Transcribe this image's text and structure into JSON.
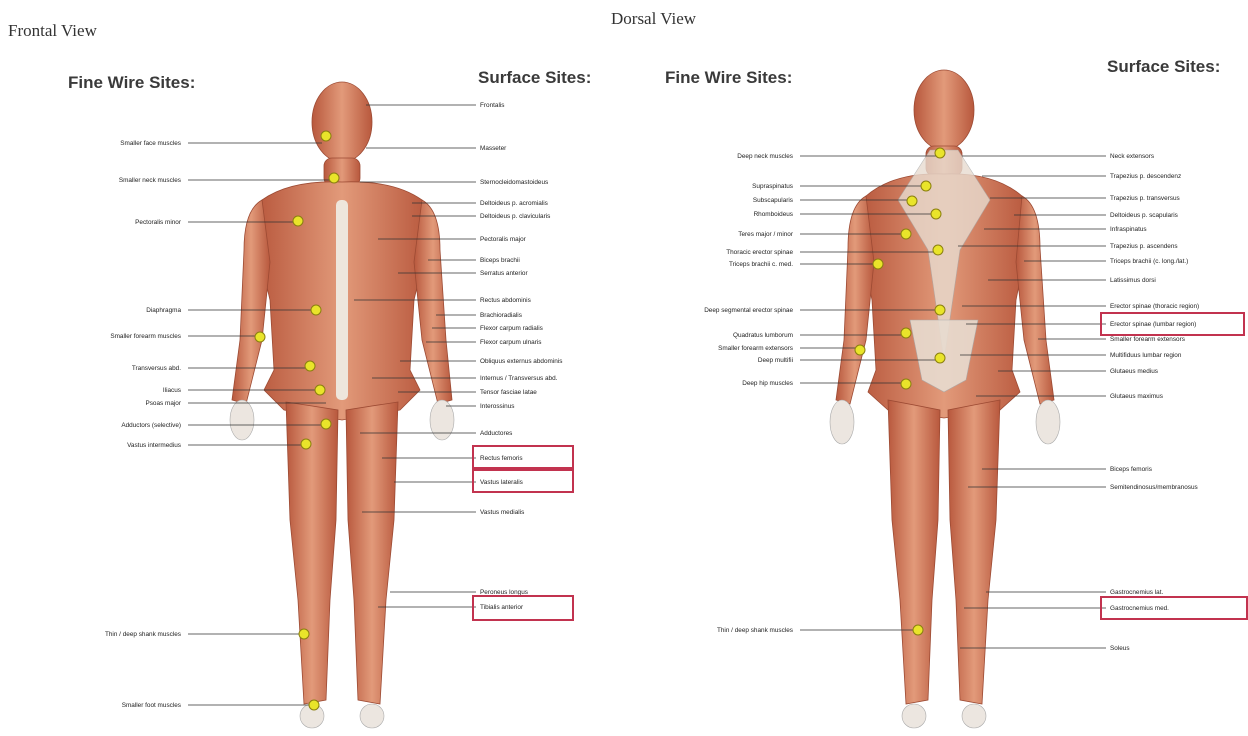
{
  "frontal": {
    "title": "Frontal View",
    "fine_wire_heading": "Fine Wire Sites:",
    "surface_heading": "Surface Sites:",
    "fine_wire": [
      "Smaller face muscles",
      "Smaller neck muscles",
      "Pectoralis minor",
      "Diaphragma",
      "Smaller forearm muscles",
      "Transversus abd.",
      "Iliacus",
      "Psoas major",
      "Adductors (selective)",
      "Vastus intermedius",
      "Thin / deep shank muscles",
      "Smaller foot muscles"
    ],
    "surface": [
      "Frontalis",
      "Masseter",
      "Sternocleidomastoideus",
      "Deltoideus p. acromialis",
      "Deltoideus p. clavicularis",
      "Pectoralis major",
      "Biceps brachii",
      "Serratus anterior",
      "Rectus abdominis",
      "Brachioradialis",
      "Flexor carpum radialis",
      "Flexor carpum ulnaris",
      "Obliquus externus abdominis",
      "Internus / Transversus abd.",
      "Tensor fasciae latae",
      "Interossinus",
      "Adductores",
      "Rectus femoris",
      "Vastus lateralis",
      "Vastus medialis",
      "Peroneus longus",
      "Tibialis anterior"
    ]
  },
  "dorsal": {
    "title": "Dorsal View",
    "fine_wire_heading": "Fine Wire Sites:",
    "surface_heading": "Surface Sites:",
    "fine_wire": [
      "Deep neck muscles",
      "Supraspinatus",
      "Subscapularis",
      "Rhomboideus",
      "Teres major / minor",
      "Thoracic erector spinae",
      "Triceps brachii c. med.",
      "Deep segmental erector spinae",
      "Quadratus lumborum",
      "Smaller forearm extensors",
      "Deep multifii",
      "Deep hip muscles",
      "Thin / deep shank muscles"
    ],
    "surface": [
      "Neck extensors",
      "Trapezius p. descendenz",
      "Trapezius p. transversus",
      "Deltoideus p. scapularis",
      "Infraspinatus",
      "Trapezius p. ascendens",
      "Triceps brachii (c. long./lat.)",
      "Latissimus dorsi",
      "Erector spinae (thoracic region)",
      "Erector spinae (lumbar region)",
      "Smaller forearm extensors",
      "Multifiduus lumbar region",
      "Glutaeus medius",
      "Glutaeus maximus",
      "Biceps femoris",
      "Semitendinosus/membranosus",
      "Gastrocnemius lat.",
      "Gastrocnemius med.",
      "Soleus"
    ]
  },
  "colors": {
    "muscle": "#d9886a",
    "muscle_dark": "#b5573f",
    "tendon": "#ede7e1",
    "highlight_box": "#c2334f",
    "marker": "#e9e42a"
  },
  "highlighted": [
    "Rectus femoris",
    "Vastus lateralis",
    "Tibialis anterior",
    "Erector spinae (lumbar region)",
    "Gastrocnemius med."
  ]
}
